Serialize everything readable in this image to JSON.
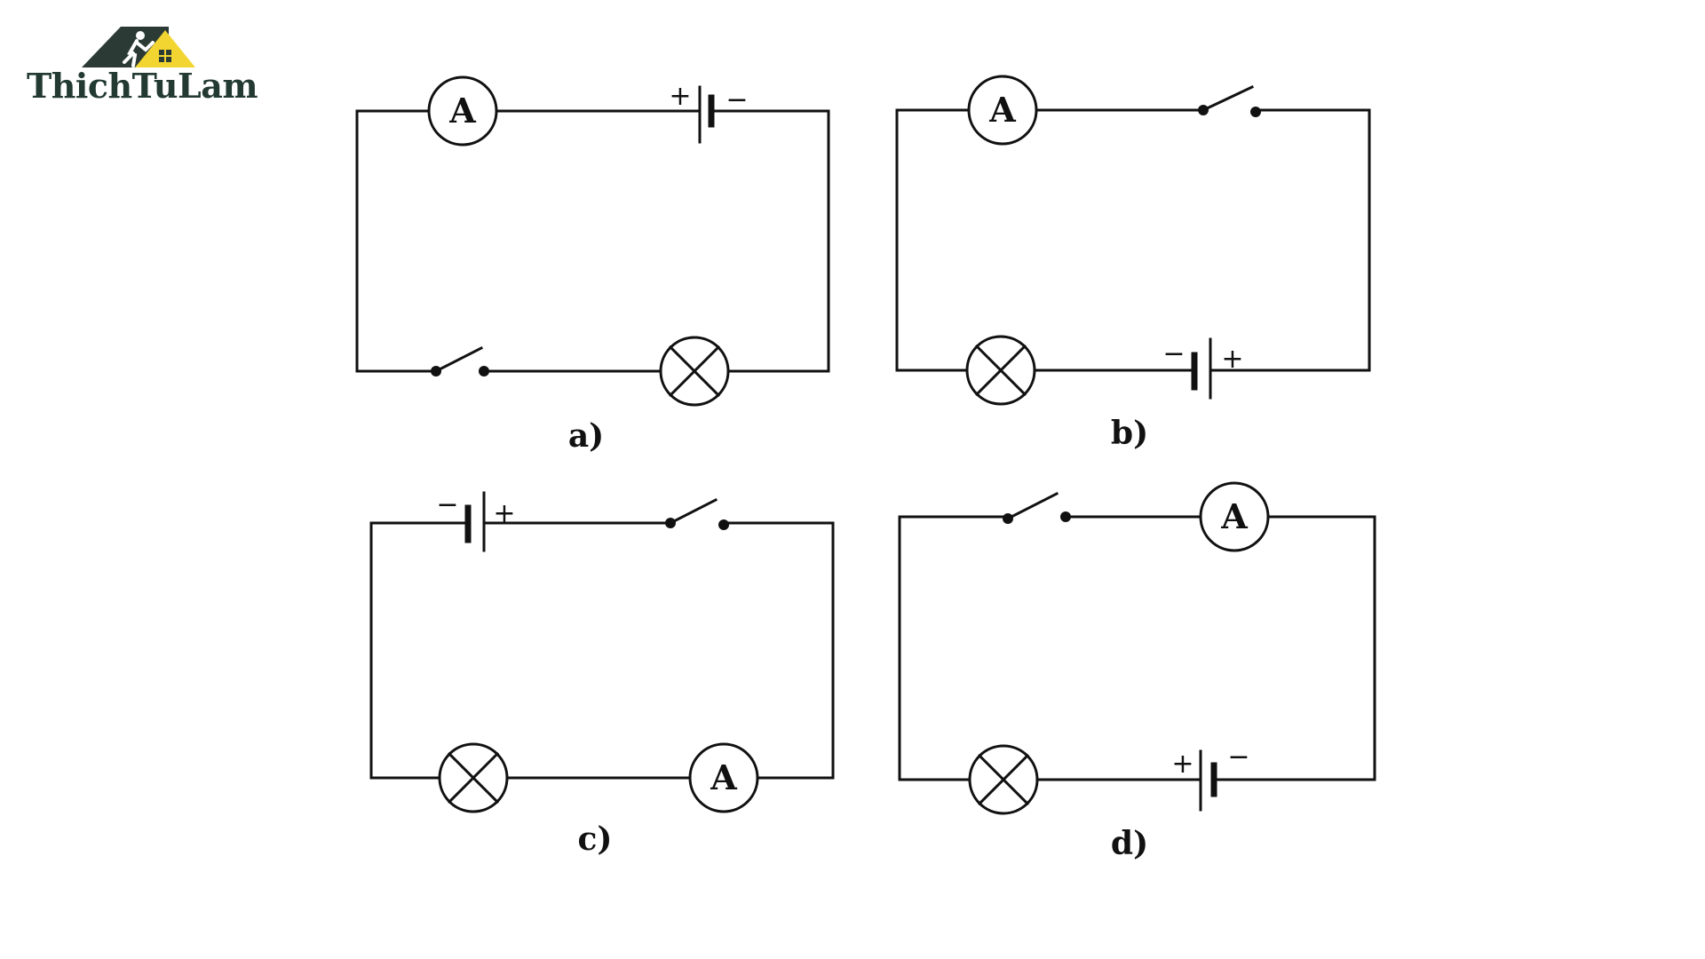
{
  "logo": {
    "text": "ThichTuLam",
    "mark_icon": "house-worker-icon",
    "colors": {
      "roof_dark": "#2b3a35",
      "roof_accent": "#f2d531",
      "text": "#233a33"
    }
  },
  "diagram": {
    "meter_symbol": "A",
    "plus_sign": "+",
    "minus_sign": "−",
    "circuits": [
      {
        "caption": "a)",
        "components": [
          "ammeter",
          "battery",
          "lamp",
          "switch"
        ]
      },
      {
        "caption": "b)",
        "components": [
          "ammeter",
          "switch",
          "battery",
          "lamp"
        ]
      },
      {
        "caption": "c)",
        "components": [
          "battery",
          "switch",
          "ammeter",
          "lamp"
        ]
      },
      {
        "caption": "d)",
        "components": [
          "switch",
          "ammeter",
          "battery",
          "lamp"
        ]
      }
    ]
  }
}
